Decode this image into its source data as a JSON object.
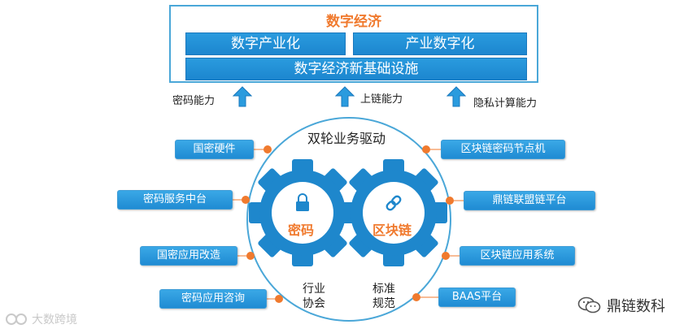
{
  "top": {
    "title": "数字经济",
    "left_bar": "数字产业化",
    "right_bar": "产业数字化",
    "bottom_bar": "数字经济新基础设施"
  },
  "capabilities": [
    "密码能力",
    "上链能力",
    "隐私计算能力"
  ],
  "center": {
    "title": "双轮业务驱动",
    "left_gear": "密码",
    "right_gear": "区块链",
    "industry_lines": [
      "行业",
      "协会"
    ],
    "standard_lines": [
      "标准",
      "规范"
    ]
  },
  "left_items": [
    "国密硬件",
    "密码服务中台",
    "国密应用改造",
    "密码应用咨询"
  ],
  "right_items": [
    "区块链密码节点机",
    "鼎链联盟链平台",
    "区块链应用系统",
    "BAAS平台"
  ],
  "watermark": "大数跨境",
  "brand": "鼎链数科",
  "colors": {
    "accent_orange": "#f07a2e",
    "primary_blue": "#1f8bd3",
    "border_blue": "#4aa7d8",
    "gear_blue": "#1e87cc"
  },
  "icons": [
    "up-arrow-icon",
    "lock-icon",
    "link-icon",
    "gear-icon",
    "wechat-icon"
  ]
}
